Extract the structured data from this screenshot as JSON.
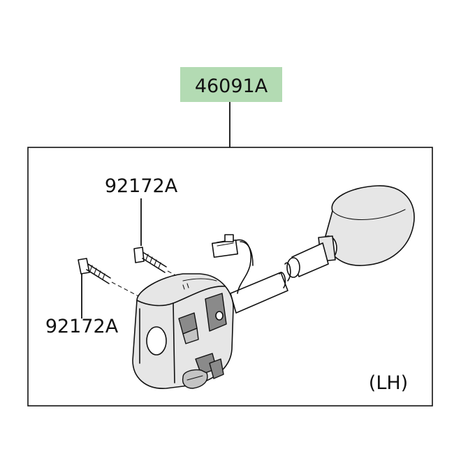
{
  "labels": {
    "assembly_part_number": "46091A",
    "screw_part_number_upper": "92172A",
    "screw_part_number_lower": "92172A",
    "side_marker": "(LH)"
  },
  "colors": {
    "assembly_label_highlight": "#b3dbb3",
    "line": "#111111"
  }
}
